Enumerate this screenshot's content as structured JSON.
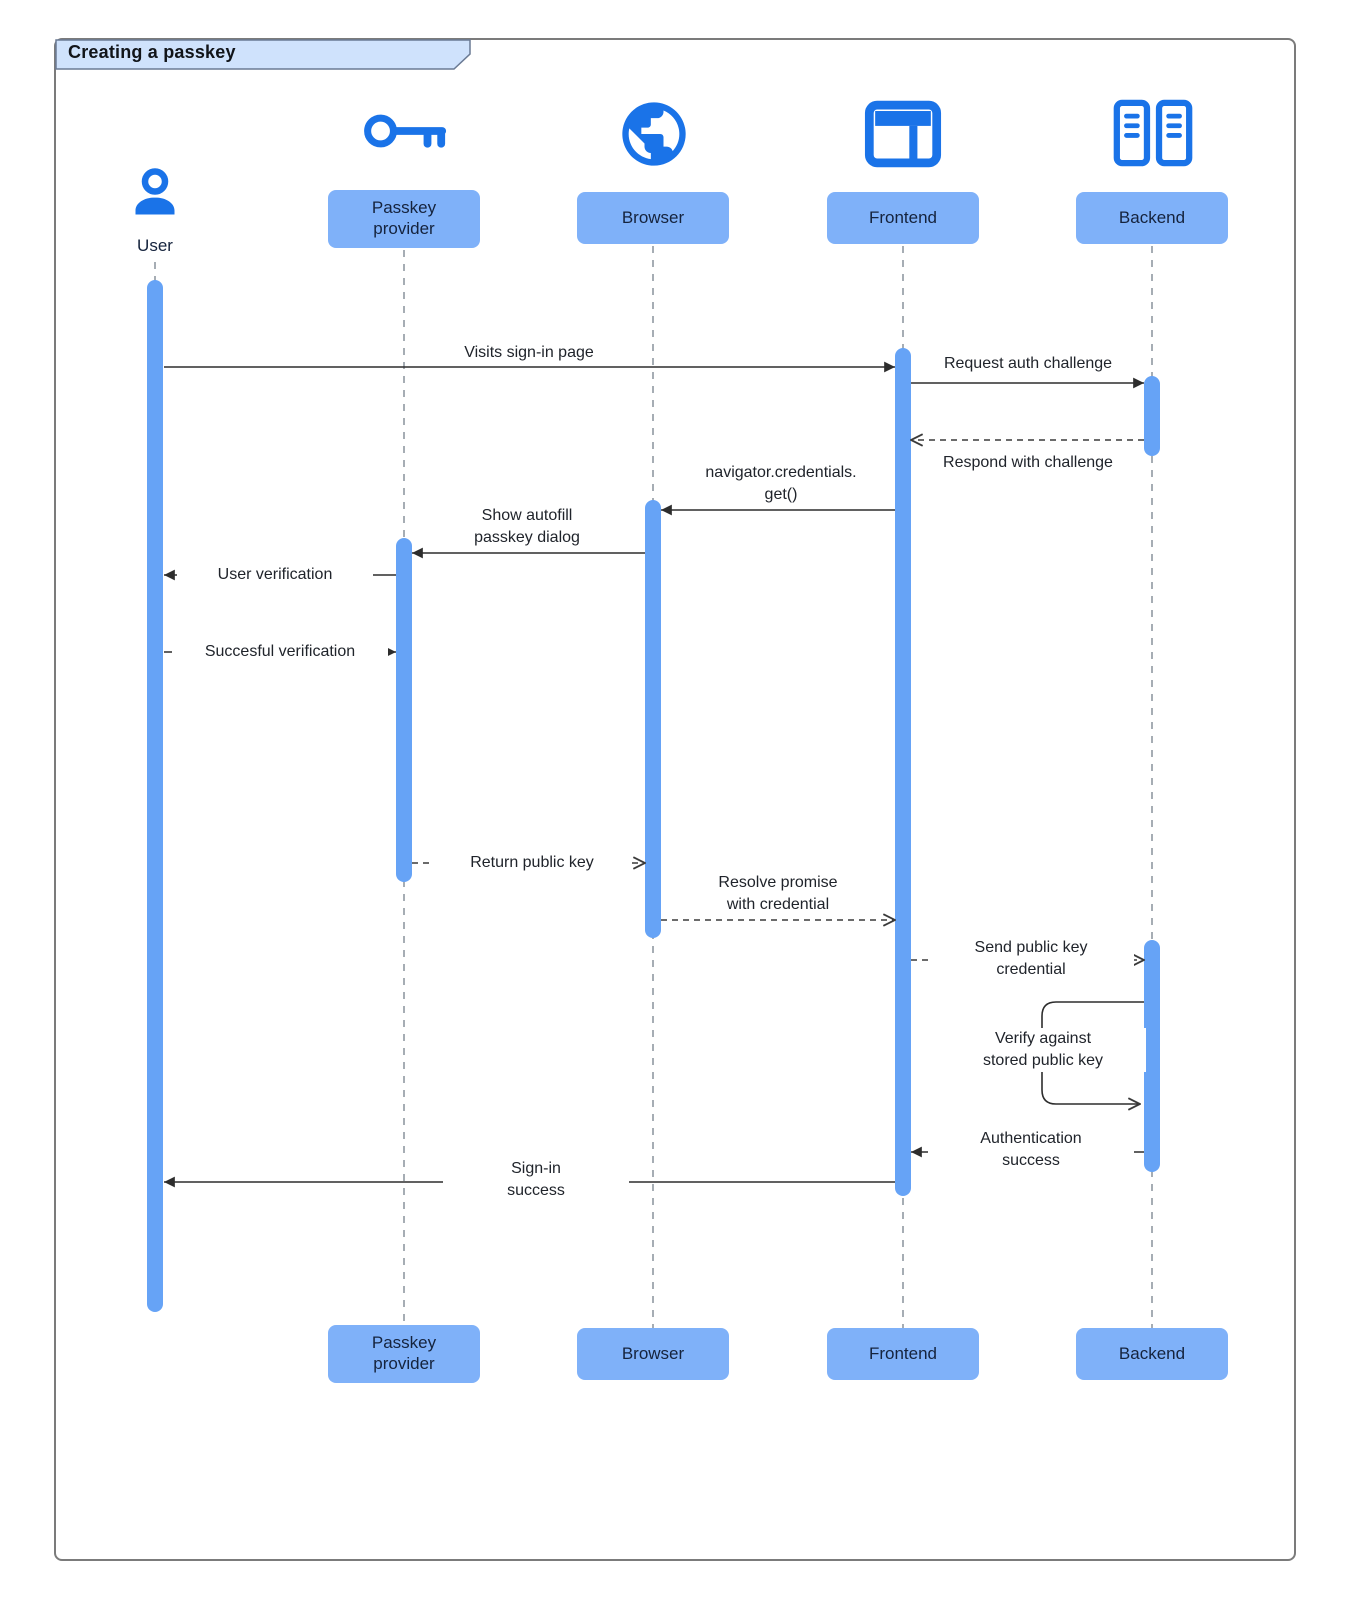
{
  "title": "Creating a passkey",
  "colors": {
    "icon_blue": "#1a73e8",
    "activation_bar": "#66a3f6",
    "actor_box": "#7fb1f9",
    "title_tab_bg": "#cfe2fc",
    "frame_border": "#7b7b7b",
    "lifeline_gray": "#a6adb4"
  },
  "actors": {
    "user": {
      "label": "User",
      "icon": "person-icon"
    },
    "passkey": {
      "label": "Passkey\nprovider",
      "icon": "key-icon"
    },
    "browser": {
      "label": "Browser",
      "icon": "globe-icon"
    },
    "frontend": {
      "label": "Frontend",
      "icon": "browser-window-icon"
    },
    "backend": {
      "label": "Backend",
      "icon": "server-icon"
    }
  },
  "messages": [
    {
      "from": "User",
      "to": "Frontend",
      "line": "solid",
      "label": "Visits sign-in page"
    },
    {
      "from": "Frontend",
      "to": "Backend",
      "line": "solid",
      "label": "Request auth challenge"
    },
    {
      "from": "Backend",
      "to": "Frontend",
      "line": "dashed",
      "label": "Respond with challenge"
    },
    {
      "from": "Frontend",
      "to": "Browser",
      "line": "solid",
      "label": "navigator.credentials.\nget()"
    },
    {
      "from": "Browser",
      "to": "Passkey provider",
      "line": "solid",
      "label": "Show autofill\npasskey dialog"
    },
    {
      "from": "Passkey provider",
      "to": "User",
      "line": "solid",
      "label": "User verification"
    },
    {
      "from": "User",
      "to": "Passkey provider",
      "line": "solid",
      "label": "Succesful verification"
    },
    {
      "from": "Passkey provider",
      "to": "Browser",
      "line": "dashed",
      "label": "Return public key"
    },
    {
      "from": "Browser",
      "to": "Frontend",
      "line": "dashed",
      "label": "Resolve promise\nwith credential"
    },
    {
      "from": "Frontend",
      "to": "Backend",
      "line": "dashed",
      "label": "Send public key\ncredential"
    },
    {
      "from": "Backend",
      "to": "Backend",
      "line": "self",
      "label": "Verify against\nstored public key"
    },
    {
      "from": "Backend",
      "to": "Frontend",
      "line": "solid",
      "label": "Authentication\nsuccess"
    },
    {
      "from": "Frontend",
      "to": "User",
      "line": "solid",
      "label": "Sign-in\nsuccess"
    }
  ]
}
